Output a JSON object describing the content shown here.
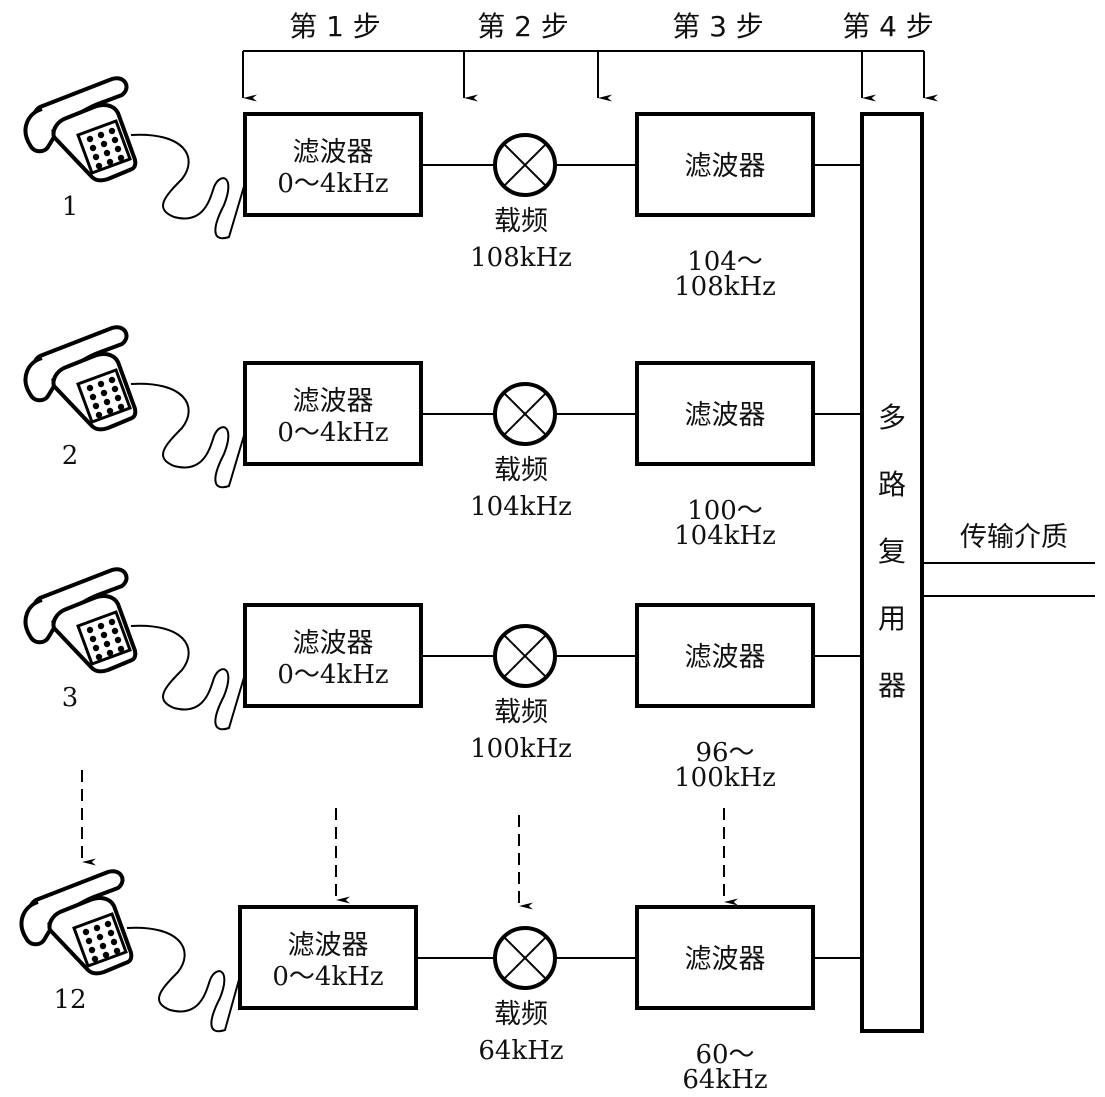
{
  "steps": [
    {
      "label": "第 1 步"
    },
    {
      "label": "第 2 步"
    },
    {
      "label": "第 3 步"
    },
    {
      "label": "第 4 步"
    }
  ],
  "channels": [
    {
      "phone_label": "1",
      "filter1_label": "滤波器",
      "filter1_range": "0～4kHz",
      "carrier_label": "载频",
      "carrier_freq": "108kHz",
      "filter2_label": "滤波器",
      "band_low": "104～",
      "band_high": "108kHz"
    },
    {
      "phone_label": "2",
      "filter1_label": "滤波器",
      "filter1_range": "0～4kHz",
      "carrier_label": "载频",
      "carrier_freq": "104kHz",
      "filter2_label": "滤波器",
      "band_low": "100～",
      "band_high": "104kHz"
    },
    {
      "phone_label": "3",
      "filter1_label": "滤波器",
      "filter1_range": "0～4kHz",
      "carrier_label": "载频",
      "carrier_freq": "100kHz",
      "filter2_label": "滤波器",
      "band_low": "96～",
      "band_high": "100kHz"
    },
    {
      "phone_label": "12",
      "filter1_label": "滤波器",
      "filter1_range": "0～4kHz",
      "carrier_label": "载频",
      "carrier_freq": "64kHz",
      "filter2_label": "滤波器",
      "band_low": "60～",
      "band_high": "64kHz"
    }
  ],
  "multiplexer": {
    "chars": [
      "多",
      "路",
      "复",
      "用",
      "器"
    ]
  },
  "medium": {
    "label": "传输介质"
  }
}
